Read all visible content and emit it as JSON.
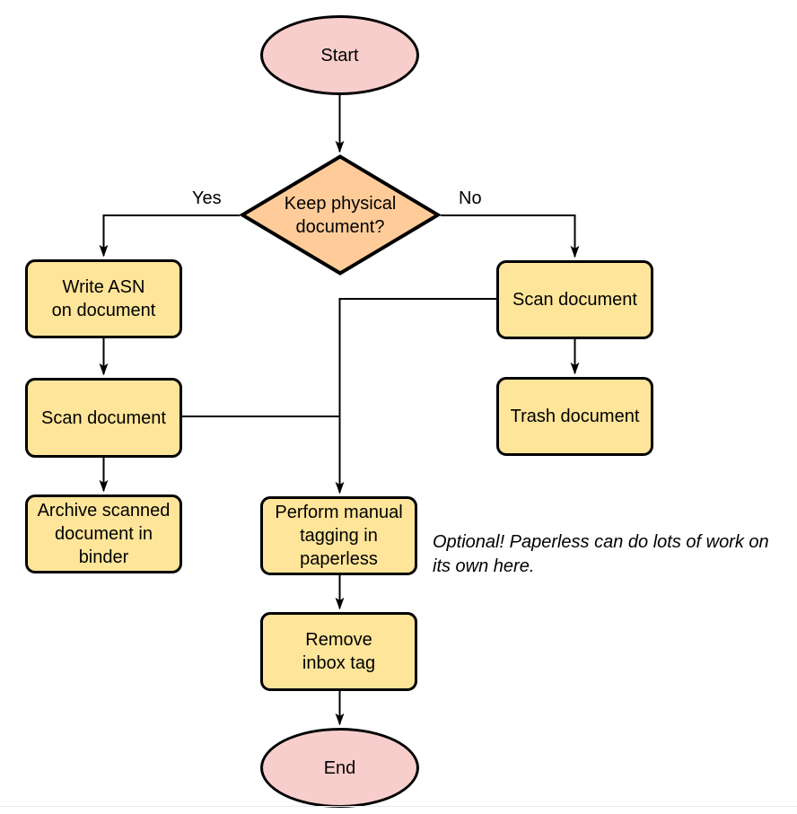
{
  "nodes": {
    "start": {
      "label": "Start"
    },
    "decision": {
      "label": "Keep physical\ndocument?"
    },
    "write_asn": {
      "label": "Write ASN\non document"
    },
    "scan_left": {
      "label": "Scan document"
    },
    "archive": {
      "label": "Archive scanned\ndocument in\nbinder"
    },
    "scan_right": {
      "label": "Scan document"
    },
    "trash": {
      "label": "Trash document"
    },
    "tagging": {
      "label": "Perform manual\ntagging in\npaperless"
    },
    "remove_inbox": {
      "label": "Remove\ninbox tag"
    },
    "end": {
      "label": "End"
    }
  },
  "edge_labels": {
    "yes": "Yes",
    "no": "No"
  },
  "annotation": "Optional! Paperless can do lots of work on\nits own here.",
  "colors": {
    "terminal_fill": "#F8CECC",
    "decision_fill": "#FFCC99",
    "process_fill": "#FFE599",
    "stroke": "#000000"
  }
}
